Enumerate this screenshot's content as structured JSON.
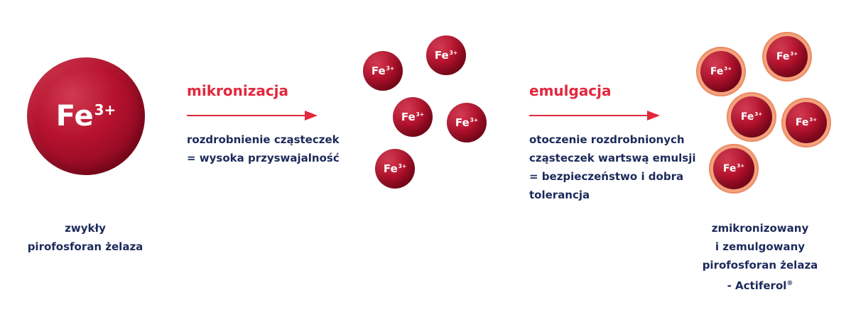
{
  "ion": {
    "base": "Fe",
    "charge": "3+"
  },
  "steps": [
    {
      "title": "mikronizacja",
      "description": "rozdrobnienie cząsteczek\n= wysoka przyswajalność"
    },
    {
      "title": "emulgacja",
      "description": "otoczenie rozdrobnionych\ncząsteczek wartswą emulsji\n= bezpieczeństwo i dobra\ntolerancja"
    }
  ],
  "captions": {
    "left": "zwykły\npirofosforan żelaza",
    "right": "zmikronizowany\ni zemulgowany\npirofosforan żelaza\n- Actiferol",
    "right_mark": "®"
  },
  "colors": {
    "accent": "#e2283d",
    "text": "#1c2a5a",
    "particle": "#b6122e",
    "emulsion_ring": "#f4a27c"
  }
}
